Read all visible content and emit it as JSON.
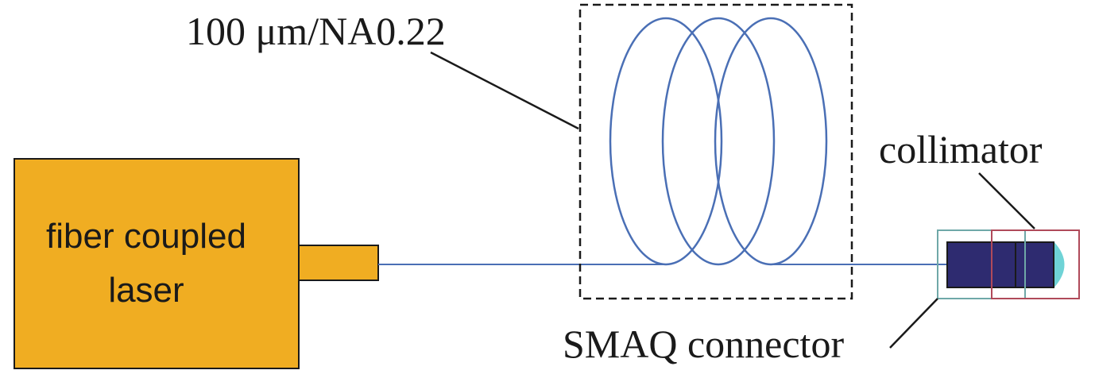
{
  "labels": {
    "fiber_spec": "100 μm/NA0.22",
    "collimator": "collimator",
    "connector": "SMAQ connector",
    "laser_line1": "fiber coupled",
    "laser_line2": "laser"
  },
  "colors": {
    "laser_fill": "#F0AD22",
    "fiber": "#4A6FB5",
    "connector_body": "#2E2B70",
    "lens": "#6FD3D6",
    "connector_outline": "#6FA8A8",
    "collimator_outline": "#B04A5A",
    "line": "#1a1a1a"
  }
}
